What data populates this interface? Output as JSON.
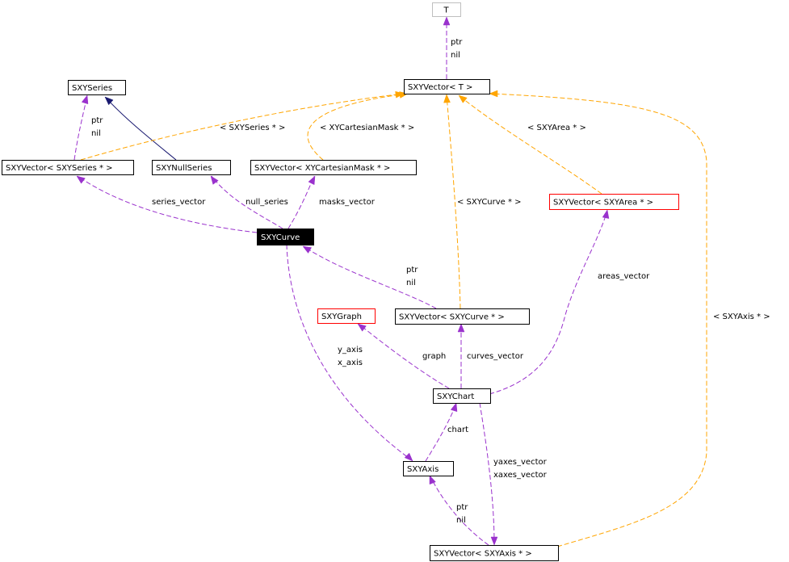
{
  "colors": {
    "normal_border": "#000000",
    "undocumented_border": "#bfbfbf",
    "missing_border": "#ff0000",
    "focus_fill": "#000000",
    "focus_text": "#ffffff",
    "usage_edge": "#9a32cd",
    "template_edge": "#ffa500",
    "inheritance_edge": "#191970"
  },
  "nodes": {
    "T": {
      "label": "T",
      "kind": "undocumented"
    },
    "SXYVector_T": {
      "label": "SXYVector< T >",
      "kind": "normal"
    },
    "SXYSeries": {
      "label": "SXYSeries",
      "kind": "normal"
    },
    "SXYVector_SXYSeries": {
      "label": "SXYVector< SXYSeries * >",
      "kind": "normal"
    },
    "SXYNullSeries": {
      "label": "SXYNullSeries",
      "kind": "normal"
    },
    "SXYVector_XYCartesianMask": {
      "label": "SXYVector< XYCartesianMask * >",
      "kind": "normal"
    },
    "SXYVector_SXYArea": {
      "label": "SXYVector< SXYArea * >",
      "kind": "missing"
    },
    "SXYCurve": {
      "label": "SXYCurve",
      "kind": "focus"
    },
    "SXYGraph": {
      "label": "SXYGraph",
      "kind": "missing"
    },
    "SXYVector_SXYCurve": {
      "label": "SXYVector< SXYCurve * >",
      "kind": "normal"
    },
    "SXYChart": {
      "label": "SXYChart",
      "kind": "normal"
    },
    "SXYAxis": {
      "label": "SXYAxis",
      "kind": "normal"
    },
    "SXYVector_SXYAxis": {
      "label": "SXYVector< SXYAxis * >",
      "kind": "normal"
    }
  },
  "edge_labels": {
    "t_ptr": "ptr",
    "t_nil": "nil",
    "series_ptr": "ptr",
    "series_nil": "nil",
    "tmpl_series": "< SXYSeries * >",
    "tmpl_mask": "< XYCartesianMask * >",
    "tmpl_area": "< SXYArea * >",
    "tmpl_curve": "< SXYCurve * >",
    "tmpl_axis": "< SXYAxis * >",
    "series_vector": "series_vector",
    "null_series": "null_series",
    "masks_vector": "masks_vector",
    "curve_ptr": "ptr",
    "curve_nil": "nil",
    "areas_vector": "areas_vector",
    "y_axis": "y_axis",
    "x_axis": "x_axis",
    "graph": "graph",
    "curves_vector": "curves_vector",
    "chart": "chart",
    "yaxes_vector": "yaxes_vector",
    "xaxes_vector": "xaxes_vector",
    "axis_ptr": "ptr",
    "axis_nil": "nil"
  }
}
